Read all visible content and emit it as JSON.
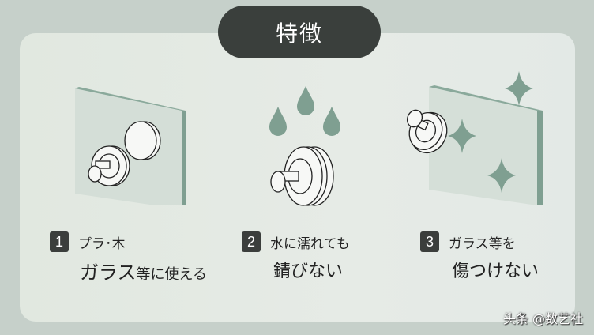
{
  "header": {
    "title": "特徴"
  },
  "features": [
    {
      "number": "1",
      "line1": "プラ･木",
      "line2_big": "ガラス",
      "line2_small": "等に使える"
    },
    {
      "number": "2",
      "line1": "水に濡れても",
      "line2": "錆びない"
    },
    {
      "number": "3",
      "line1": "ガラス等を",
      "line2": "傷つけない"
    }
  ],
  "illustrations": [
    {
      "name": "hook-with-magnet-on-panel"
    },
    {
      "name": "hook-with-water-drops"
    },
    {
      "name": "hook-with-sparkling-glass"
    }
  ],
  "watermark": "头条 @数艺社",
  "colors": {
    "background": "#c6d0ca",
    "card": "#e3e9e3",
    "pill": "#3a3f3c",
    "accent": "#7f9f91",
    "panel": "#d5dfd8",
    "panel_edge": "#7f9f91"
  }
}
